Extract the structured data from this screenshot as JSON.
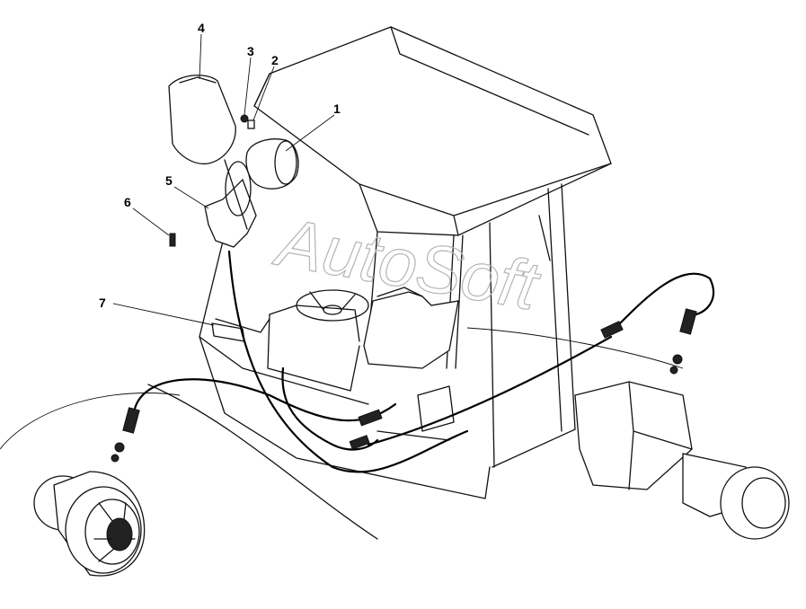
{
  "watermark": "AutoSoft",
  "callouts": [
    {
      "id": "callout-1",
      "label": "1"
    },
    {
      "id": "callout-2",
      "label": "2"
    },
    {
      "id": "callout-3",
      "label": "3"
    },
    {
      "id": "callout-4",
      "label": "4"
    },
    {
      "id": "callout-5",
      "label": "5"
    },
    {
      "id": "callout-6",
      "label": "6"
    },
    {
      "id": "callout-7",
      "label": "7"
    }
  ]
}
